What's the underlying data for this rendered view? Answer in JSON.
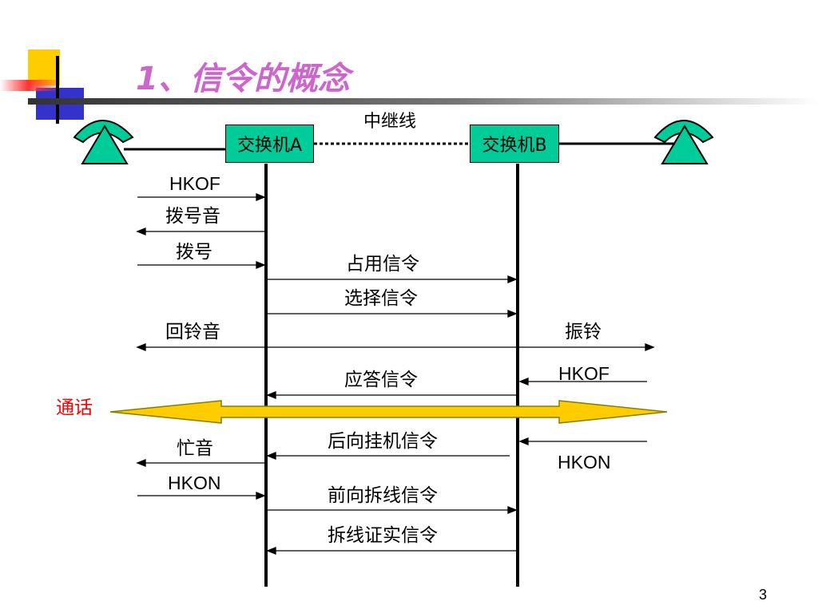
{
  "slide": {
    "title": "1、信令的概念",
    "page_number": "3"
  },
  "diagram": {
    "trunk_label": "中继线",
    "switch_a": "交换机A",
    "switch_b": "交换机B",
    "call_label": "通话",
    "messages": {
      "hkof_a": "HKOF",
      "dial_tone": "拨号音",
      "dialing": "拨号",
      "seizure": "占用信令",
      "selection": "选择信令",
      "ringback": "回铃音",
      "ringing": "振铃",
      "hkof_b": "HKOF",
      "answer": "应答信令",
      "busy_tone": "忙音",
      "clear_back": "后向挂机信令",
      "hkon_b": "HKON",
      "hkon_a": "HKON",
      "clear_forward": "前向拆线信令",
      "release_guard": "拆线证实信令"
    }
  },
  "colors": {
    "title": "#cc66cc",
    "switch_box": "#00cc99",
    "phone": "#00cc99",
    "call_arrow": "#ffcc00",
    "call_label": "#ff0000"
  },
  "icons": [
    "telephone-icon-left",
    "telephone-icon-right",
    "double-arrow-call"
  ]
}
